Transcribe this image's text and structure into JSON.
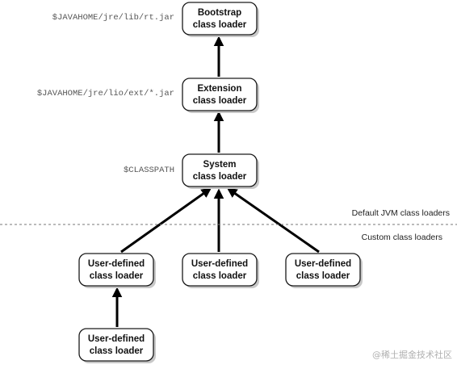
{
  "nodes": {
    "bootstrap": {
      "line1": "Bootstrap",
      "line2": "class loader"
    },
    "extension": {
      "line1": "Extension",
      "line2": "class loader"
    },
    "system": {
      "line1": "System",
      "line2": "class loader"
    },
    "user_left": {
      "line1": "User-defined",
      "line2": "class loader"
    },
    "user_center": {
      "line1": "User-defined",
      "line2": "class loader"
    },
    "user_right": {
      "line1": "User-defined",
      "line2": "class loader"
    },
    "user_bottom": {
      "line1": "User-defined",
      "line2": "class loader"
    }
  },
  "paths": {
    "bootstrap": "$JAVAHOME/jre/lib/rt.jar",
    "extension": "$JAVAHOME/jre/lio/ext/*.jar",
    "system": "$CLASSPATH"
  },
  "separator": {
    "above": "Default JVM class loaders",
    "below": "Custom class loaders"
  },
  "watermark": "@稀土掘金技术社区"
}
